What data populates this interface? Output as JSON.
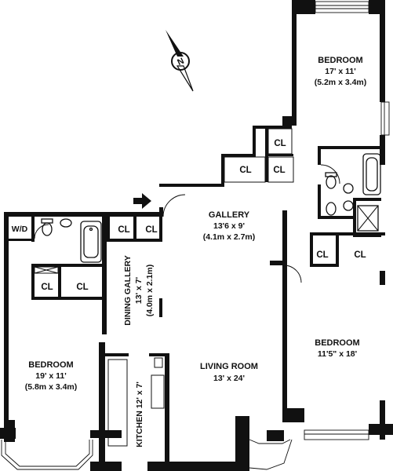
{
  "rooms": {
    "bedroom_top_right": {
      "name": "BEDROOM",
      "dim_ft": "17' x 11'",
      "dim_m": "(5.2m x 3.4m)"
    },
    "bedroom_right": {
      "name": "BEDROOM",
      "dim_ft": "11'5\" x 18'"
    },
    "bedroom_left": {
      "name": "BEDROOM",
      "dim_ft": "19' x 11'",
      "dim_m": "(5.8m x 3.4m)"
    },
    "gallery": {
      "name": "GALLERY",
      "dim_ft": "13'6 x 9'",
      "dim_m": "(4.1m x 2.7m)"
    },
    "living_room": {
      "name": "LIVING ROOM",
      "dim_ft": "13' x 24'"
    },
    "dining_gallery": {
      "name": "DINING GALLERY",
      "dim_ft": "13' x 7'",
      "dim_m": "(4.0m x 2.1m)"
    },
    "kitchen": {
      "label": "KITCHEN 12' x 7'"
    },
    "laundry": {
      "name": "W/D"
    }
  },
  "closet_label": "CL",
  "compass_label": "N",
  "colors": {
    "walls": "#111111",
    "background": "#ffffff"
  }
}
